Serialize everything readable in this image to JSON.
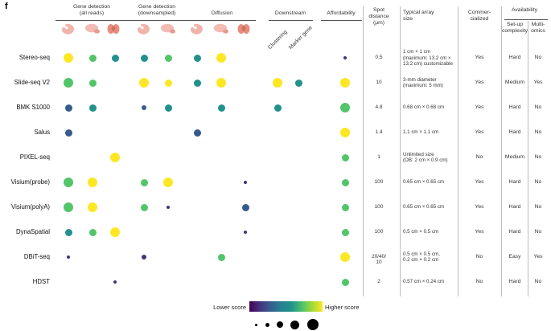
{
  "panel_label": "f",
  "legend": {
    "lower": "Lower score",
    "higher": "Higher score"
  },
  "palette": {
    "purple": "#46307e",
    "navy": "#365c8d",
    "teal": "#21918c",
    "green": "#52c569",
    "yellow": "#fde725"
  },
  "header": {
    "groups": [
      {
        "lines": [
          "Gene detection",
          "(all reads)"
        ]
      },
      {
        "lines": [
          "Gene detection",
          "(downsampled)"
        ]
      },
      {
        "lines": [
          "Diffusion"
        ]
      },
      {
        "lines": [
          "Downstream"
        ]
      },
      {
        "lines": [
          "Affordability"
        ]
      }
    ],
    "rotated_labels": [
      "Clustering",
      "Marker gene"
    ],
    "text_columns": [
      {
        "lines": [
          "Spot",
          "distance",
          "(µm)"
        ]
      },
      {
        "lines": [
          "Typical array",
          "size"
        ]
      },
      {
        "lines": [
          "Commer-",
          "cialized"
        ]
      },
      {
        "lines": [
          "Availability"
        ]
      },
      {
        "lines": [
          "Set-up",
          "complexity"
        ]
      },
      {
        "lines": [
          "Multi-",
          "omics"
        ]
      }
    ]
  },
  "chart_data": {
    "type": "heatmap",
    "title": "Comparison of spatial transcriptomics methods (dot color = score, dot size = score magnitude)",
    "color_legend": {
      "low_label": "Lower score",
      "high_label": "Higher score",
      "colormap": "viridis"
    },
    "size_legend": {
      "sizes": [
        1,
        2,
        3,
        4,
        5
      ]
    },
    "columns": [
      {
        "group": "Gene detection (all reads)",
        "sample": "embryo"
      },
      {
        "group": "Gene detection (all reads)",
        "sample": "brain"
      },
      {
        "group": "Gene detection (all reads)",
        "sample": "olfactory bulb"
      },
      {
        "group": "Gene detection (downsampled)",
        "sample": "embryo"
      },
      {
        "group": "Gene detection (downsampled)",
        "sample": "brain"
      },
      {
        "group": "Diffusion",
        "sample": "embryo"
      },
      {
        "group": "Diffusion",
        "sample": "brain"
      },
      {
        "group": "Diffusion",
        "sample": "olfactory bulb"
      },
      {
        "group": "Downstream",
        "sample": "Clustering"
      },
      {
        "group": "Downstream",
        "sample": "Marker gene"
      },
      {
        "group": "Affordability",
        "sample": ""
      }
    ],
    "rows": [
      {
        "method": "Stereo-seq",
        "dots": [
          [
            0,
            "yellow",
            4
          ],
          [
            1,
            "green",
            3
          ],
          [
            2,
            "teal",
            3
          ],
          [
            3,
            "teal",
            3
          ],
          [
            4,
            "green",
            3
          ],
          [
            5,
            "teal",
            3
          ],
          [
            6,
            "yellow",
            4
          ],
          [
            10,
            "purple",
            1
          ]
        ],
        "spot_distance_um": "0.5",
        "array_size": [
          "1 cm × 1 cm",
          "(maximum: 13.2 cm ×",
          "13.2 cm) customizable"
        ],
        "commercialized": "Yes",
        "setup_complexity": "Hard",
        "multi_omics": "No"
      },
      {
        "method": "Slide-seq V2",
        "dots": [
          [
            0,
            "green",
            4
          ],
          [
            1,
            "green",
            3
          ],
          [
            3,
            "yellow",
            4
          ],
          [
            4,
            "yellow",
            3
          ],
          [
            5,
            "teal",
            3
          ],
          [
            6,
            "yellow",
            4
          ],
          [
            8,
            "yellow",
            4
          ],
          [
            9,
            "teal",
            3
          ],
          [
            10,
            "yellow",
            4
          ]
        ],
        "spot_distance_um": "10",
        "array_size": [
          "3-mm diameter",
          "(maximum: 5 mm)"
        ],
        "commercialized": "Yes",
        "setup_complexity": "Medium",
        "multi_omics": "Yes"
      },
      {
        "method": "BMK S1000",
        "dots": [
          [
            0,
            "navy",
            3
          ],
          [
            1,
            "teal",
            3
          ],
          [
            3,
            "navy",
            2
          ],
          [
            4,
            "teal",
            3
          ],
          [
            6,
            "teal",
            3
          ],
          [
            8,
            "teal",
            3
          ],
          [
            10,
            "green",
            4
          ]
        ],
        "spot_distance_um": "4.8",
        "array_size": [
          "0.68 cm × 0.68 cm"
        ],
        "commercialized": "Yes",
        "setup_complexity": "Hard",
        "multi_omics": "No"
      },
      {
        "method": "Salus",
        "dots": [
          [
            0,
            "navy",
            3
          ],
          [
            5,
            "navy",
            3
          ],
          [
            10,
            "yellow",
            4
          ]
        ],
        "spot_distance_um": "1.4",
        "array_size": [
          "1.1 cm × 1.1 cm"
        ],
        "commercialized": "Yes",
        "setup_complexity": "Hard",
        "multi_omics": "No"
      },
      {
        "method": "PIXEL-seq",
        "dots": [
          [
            2,
            "yellow",
            4
          ],
          [
            10,
            "green",
            3
          ]
        ],
        "spot_distance_um": "1",
        "array_size": [
          "Unlimited size",
          "(OB: 2 cm × 0.9 cm)"
        ],
        "commercialized": "No",
        "setup_complexity": "Medium",
        "multi_omics": "No"
      },
      {
        "method": "Visium(probe)",
        "dots": [
          [
            0,
            "green",
            4
          ],
          [
            1,
            "yellow",
            4
          ],
          [
            3,
            "green",
            3
          ],
          [
            4,
            "yellow",
            4
          ],
          [
            7,
            "purple",
            1
          ],
          [
            10,
            "green",
            3
          ]
        ],
        "spot_distance_um": "100",
        "array_size": [
          "0.65 cm × 0.65 cm"
        ],
        "commercialized": "Yes",
        "setup_complexity": "Hard",
        "multi_omics": "No"
      },
      {
        "method": "Visium(polyA)",
        "dots": [
          [
            0,
            "green",
            4
          ],
          [
            1,
            "yellow",
            4
          ],
          [
            3,
            "green",
            3
          ],
          [
            4,
            "purple",
            1
          ],
          [
            7,
            "navy",
            3
          ],
          [
            10,
            "green",
            3
          ]
        ],
        "spot_distance_um": "100",
        "array_size": [
          "0.65 cm × 0.65 cm"
        ],
        "commercialized": "Yes",
        "setup_complexity": "Hard",
        "multi_omics": "No"
      },
      {
        "method": "DynaSpatial",
        "dots": [
          [
            0,
            "teal",
            3
          ],
          [
            1,
            "green",
            3
          ],
          [
            2,
            "yellow",
            4
          ],
          [
            7,
            "purple",
            1
          ],
          [
            10,
            "green",
            3
          ]
        ],
        "spot_distance_um": "100",
        "array_size": [
          "0.5 cm × 0.5 cm"
        ],
        "commercialized": "Yes",
        "setup_complexity": "Hard",
        "multi_omics": "No"
      },
      {
        "method": "DBiT-seq",
        "dots": [
          [
            0,
            "purple",
            1
          ],
          [
            3,
            "purple",
            2
          ],
          [
            6,
            "green",
            3
          ],
          [
            10,
            "yellow",
            4
          ]
        ],
        "spot_distance_um": "20/40/\n10",
        "array_size": [
          "0.5 cm × 0.5 cm,",
          "0.2 cm × 0.2 cm"
        ],
        "commercialized": "No",
        "setup_complexity": "Easy",
        "multi_omics": "Yes"
      },
      {
        "method": "HDST",
        "dots": [
          [
            2,
            "purple",
            1
          ],
          [
            10,
            "green",
            3
          ]
        ],
        "spot_distance_um": "2",
        "array_size": [
          "0.57 cm × 0.24 cm"
        ],
        "commercialized": "No",
        "setup_complexity": "Hard",
        "multi_omics": "No"
      }
    ]
  }
}
